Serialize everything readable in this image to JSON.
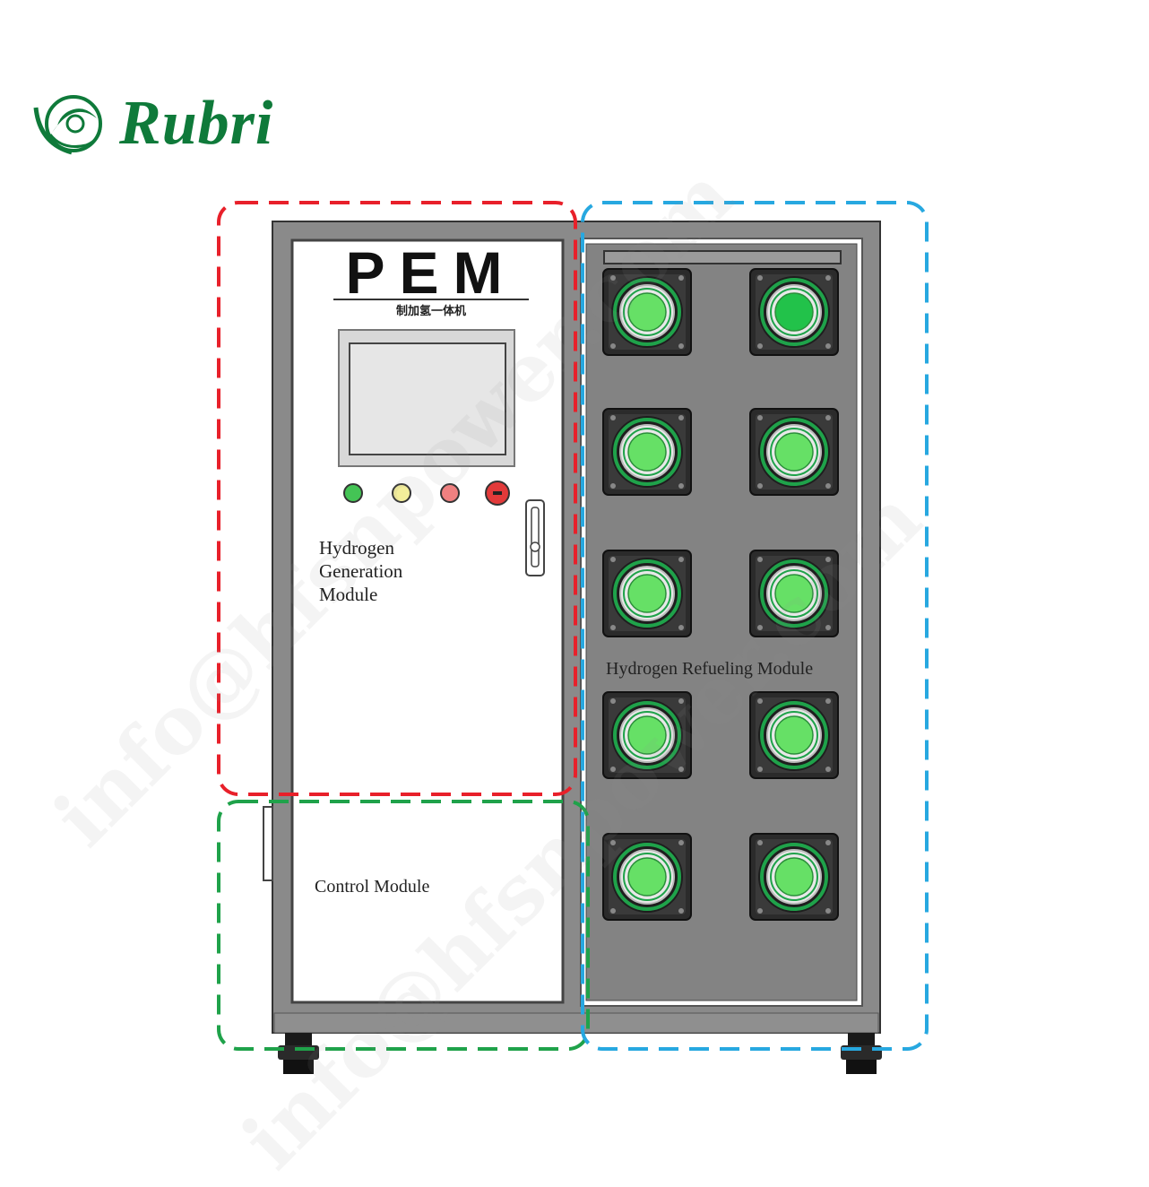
{
  "brand": {
    "name": "Rubri",
    "logo_text": "Rubri"
  },
  "panel": {
    "title": "PEM",
    "subtitle": "制加氢一体机"
  },
  "modules": {
    "generation": "Hydrogen Generation Module",
    "generation_lines": [
      "Hydrogen",
      "Generation",
      "Module"
    ],
    "control": "Control Module",
    "refueling": "Hydrogen Refueling Module"
  },
  "indicator_lights": [
    "green",
    "yellow",
    "red",
    "red-key"
  ],
  "watermark": "info@hfsnpower.com",
  "colors": {
    "brand_green": "#0f7a3a",
    "generation_border": "#e8202a",
    "control_border": "#1fa24a",
    "refueling_border": "#27a8e0",
    "nozzle_green": "#66e066"
  }
}
